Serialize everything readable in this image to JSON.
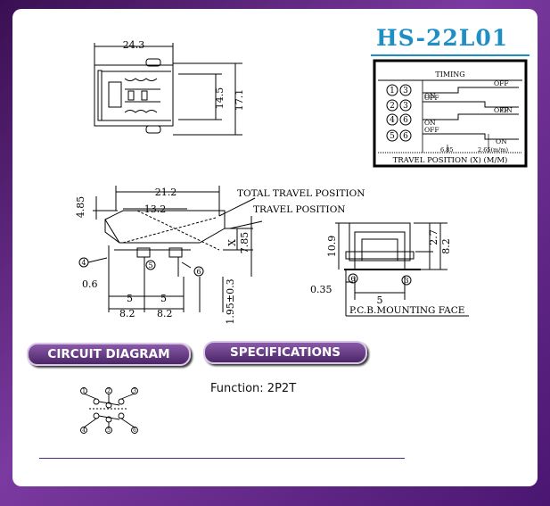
{
  "title": "HS-22L01",
  "timing": {
    "heading": "TIMING",
    "rows": [
      {
        "pins": [
          "1",
          "3"
        ],
        "left": "ON",
        "right": "OFF"
      },
      {
        "pins": [
          "2",
          "3"
        ],
        "left": "OFF",
        "right": "ON"
      },
      {
        "pins": [
          "4",
          "6"
        ],
        "left": "ON",
        "right": "OFF"
      },
      {
        "pins": [
          "5",
          "6"
        ],
        "left": "OFF",
        "right": "ON"
      }
    ],
    "tick_left": "6.85",
    "tick_right": "2.65(m/m)",
    "axis_label": "TRAVEL POSITION (X)  (M/M)"
  },
  "dimensions": {
    "top_width": "24.3",
    "top_h1": "14.5",
    "top_h2": "17.1",
    "side_w1": "21.2",
    "side_w2": "13.2",
    "side_h": "4.85",
    "side_x": "X",
    "side_785": "7.85",
    "pitch1": "0.6",
    "pitch2": "5",
    "pitch3": "5",
    "pitch4": "8.2",
    "pitch5": "8.2",
    "pin_dia": "1.95±0.3",
    "total_travel": "TOTAL TRAVEL POSITION",
    "travel": "TRAVEL POSITION",
    "end_h1": "10.9",
    "end_h2": "2.7",
    "end_h3": "8.2",
    "end_w": "5",
    "end_t": "0.35",
    "pcb_face": "P.C.B.MOUNTING FACE"
  },
  "sections": {
    "circuit_label": "CIRCUIT DIAGRAM",
    "spec_label": "SPECIFICATIONS",
    "function": "Function: 2P2T"
  }
}
